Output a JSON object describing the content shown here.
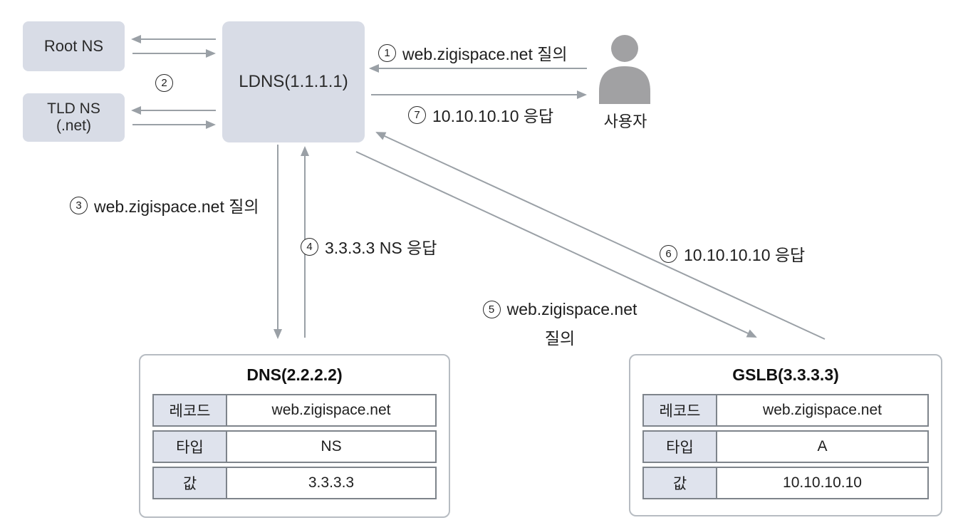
{
  "diagram": {
    "title_hint": "GSLB DNS resolution flow",
    "nodes": {
      "root_ns": {
        "label": "Root NS"
      },
      "tld_ns": {
        "label": "TLD NS",
        "sublabel": "(.net)"
      },
      "ldns": {
        "label": "LDNS(1.1.1.1)"
      },
      "user": {
        "label": "사용자",
        "icon": "person-icon"
      }
    },
    "flows": {
      "f1": {
        "num": "1",
        "text": "web.zigispace.net 질의"
      },
      "f2": {
        "num": "2",
        "text": ""
      },
      "f3": {
        "num": "3",
        "text": "web.zigispace.net 질의"
      },
      "f4": {
        "num": "4",
        "text": "3.3.3.3 NS 응답"
      },
      "f5": {
        "num": "5",
        "text": "web.zigispace.net",
        "text2": "질의"
      },
      "f6": {
        "num": "6",
        "text": "10.10.10.10 응답"
      },
      "f7": {
        "num": "7",
        "text": "10.10.10.10 응답"
      }
    },
    "tables": {
      "dns": {
        "title": "DNS(2.2.2.2)",
        "rows": [
          {
            "key": "레코드",
            "value": "web.zigispace.net"
          },
          {
            "key": "타입",
            "value": "NS"
          },
          {
            "key": "값",
            "value": "3.3.3.3"
          }
        ]
      },
      "gslb": {
        "title": "GSLB(3.3.3.3)",
        "rows": [
          {
            "key": "레코드",
            "value": "web.zigispace.net"
          },
          {
            "key": "타입",
            "value": "A"
          },
          {
            "key": "값",
            "value": "10.10.10.10"
          }
        ]
      }
    },
    "colors": {
      "node_fill": "#d8dce6",
      "table_header_fill": "#dfe3ed",
      "table_cell_border": "#7e848b",
      "card_border": "#b7bcc2",
      "arrow": "#9aa0a6",
      "person_icon": "#a1a1a3",
      "text": "#1e1e1e"
    }
  }
}
